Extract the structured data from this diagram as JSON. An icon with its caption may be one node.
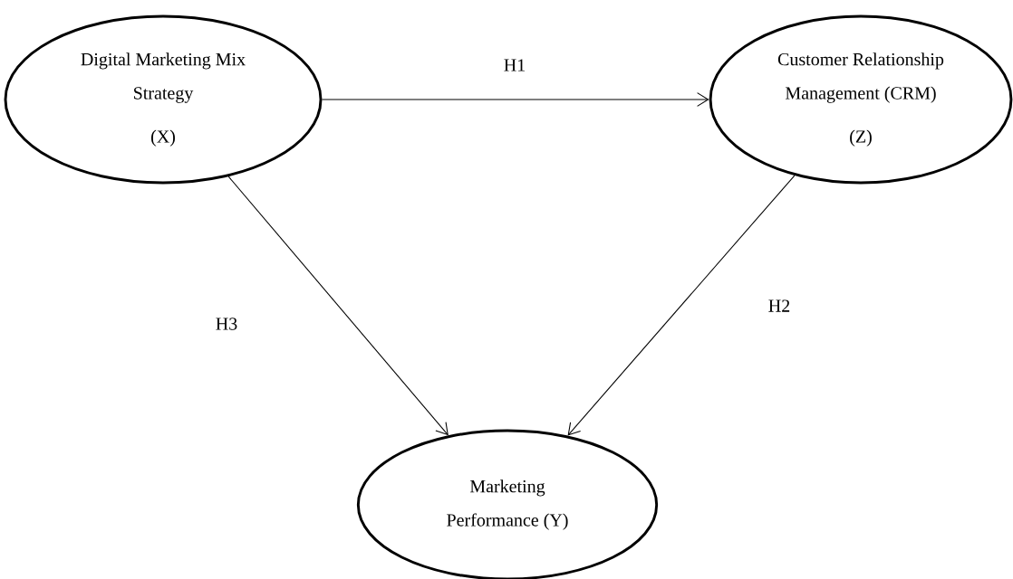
{
  "diagram": {
    "nodes": [
      {
        "text": [
          "Digital Marketing Mix Strategy",
          "(X)"
        ]
      },
      {
        "text": [
          "Customer Relationship Management (CRM)",
          "(Z)"
        ]
      },
      {
        "text": [
          "Marketing Performance (Y)"
        ]
      }
    ],
    "edges": [
      {
        "from": 0,
        "to": 1,
        "arrow": "to",
        "label": "H1"
      },
      {
        "from": 1,
        "to": 2,
        "arrow": "to",
        "label": "H2"
      },
      {
        "from": 0,
        "to": 2,
        "arrow": "to",
        "label": "H3"
      }
    ]
  }
}
